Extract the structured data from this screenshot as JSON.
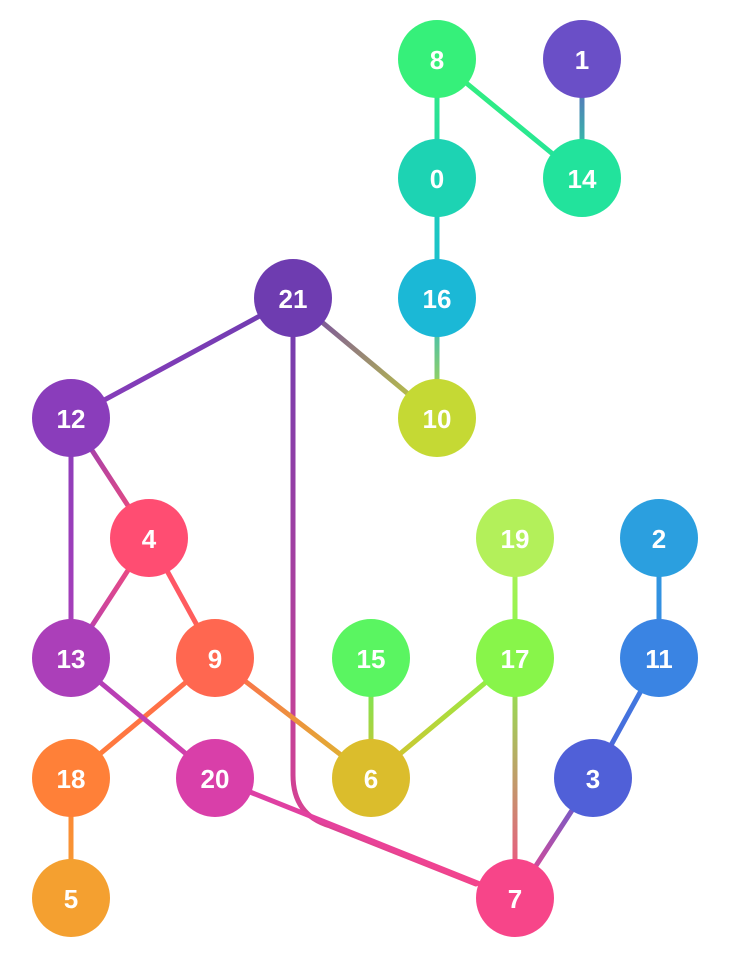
{
  "graph": {
    "nodes": [
      {
        "id": "0",
        "color": "#1dd3b3"
      },
      {
        "id": "1",
        "color": "#6a4fc7"
      },
      {
        "id": "2",
        "color": "#2b9fdf"
      },
      {
        "id": "3",
        "color": "#5060d8"
      },
      {
        "id": "4",
        "color": "#ff4d72"
      },
      {
        "id": "5",
        "color": "#f4a030"
      },
      {
        "id": "6",
        "color": "#dbbd2c"
      },
      {
        "id": "7",
        "color": "#f74589"
      },
      {
        "id": "8",
        "color": "#36f07a"
      },
      {
        "id": "9",
        "color": "#ff6750"
      },
      {
        "id": "10",
        "color": "#c5d934"
      },
      {
        "id": "11",
        "color": "#3a84e3"
      },
      {
        "id": "12",
        "color": "#8a3dbb"
      },
      {
        "id": "13",
        "color": "#ab3fb9"
      },
      {
        "id": "14",
        "color": "#22e39c"
      },
      {
        "id": "15",
        "color": "#5af561"
      },
      {
        "id": "16",
        "color": "#1bb8d6"
      },
      {
        "id": "17",
        "color": "#88f54a"
      },
      {
        "id": "18",
        "color": "#ff8038"
      },
      {
        "id": "19",
        "color": "#b3f05a"
      },
      {
        "id": "20",
        "color": "#d93fa9"
      },
      {
        "id": "21",
        "color": "#6e3cb0"
      }
    ],
    "edges": [
      [
        "8",
        "0"
      ],
      [
        "8",
        "14"
      ],
      [
        "1",
        "14"
      ],
      [
        "0",
        "16"
      ],
      [
        "16",
        "10"
      ],
      [
        "21",
        "10"
      ],
      [
        "21",
        "12"
      ],
      [
        "21",
        "7"
      ],
      [
        "12",
        "4"
      ],
      [
        "12",
        "13"
      ],
      [
        "4",
        "13"
      ],
      [
        "4",
        "9"
      ],
      [
        "9",
        "18"
      ],
      [
        "9",
        "6"
      ],
      [
        "13",
        "20"
      ],
      [
        "20",
        "7"
      ],
      [
        "18",
        "5"
      ],
      [
        "15",
        "6"
      ],
      [
        "17",
        "6"
      ],
      [
        "19",
        "17"
      ],
      [
        "17",
        "7"
      ],
      [
        "2",
        "11"
      ],
      [
        "11",
        "3"
      ],
      [
        "3",
        "7"
      ]
    ]
  }
}
